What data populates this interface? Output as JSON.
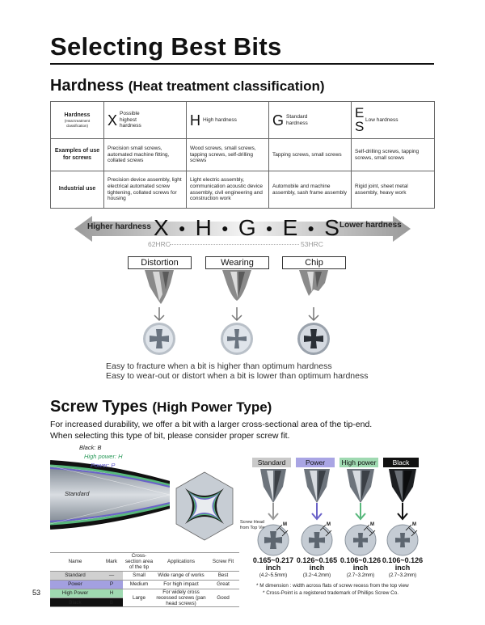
{
  "title": "Selecting Best Bits",
  "hardness": {
    "heading": "Hardness",
    "heading_sub": "(Heat treatment classification)",
    "table": {
      "row_header": "Hardness",
      "row_header_small": "(Heat treatment classification)",
      "classes": [
        {
          "letter": "X",
          "desc": "Possible highest hardness"
        },
        {
          "letter": "H",
          "desc": "High hardness"
        },
        {
          "letter": "G",
          "desc": "Standard hardness"
        },
        {
          "letter": "E S",
          "desc": "Low hardness"
        }
      ],
      "rows": [
        {
          "label": "Examples of use for screws",
          "cells": [
            "Precision small screws, automated machine fitting, collated screws",
            "Wood screws, small screws, tapping screws, self-drilling screws",
            "Tapping screws, small screws",
            "Self-drilling screws, tapping screws, small screws"
          ]
        },
        {
          "label": "Industrial use",
          "cells": [
            "Precision device assembly, light electrical automated screw tightening, collated screws for housing",
            "Light electric assembly, communication acoustic device assembly, civil engineering and construction work",
            "Automobile and machine assembly, sash frame assembly",
            "Rigid joint, sheet metal assembly, heavy work"
          ]
        }
      ]
    },
    "scale": {
      "left_label": "Higher hardness",
      "right_label": "Lower hardness",
      "letters": [
        "X",
        "H",
        "G",
        "E",
        "S"
      ],
      "hrc_left": "62HRC",
      "hrc_right": "53HRC"
    },
    "failures": [
      "Distortion",
      "Wearing",
      "Chip"
    ],
    "notes": [
      "Easy to fracture when a bit is higher than optimum hardness",
      "Easy to wear-out or distort when a bit is lower than optimum hardness"
    ]
  },
  "screw_types": {
    "heading": "Screw Types",
    "heading_sub": "(High Power Type)",
    "intro": [
      "For increased durability, we offer a bit with a larger cross-sectional area of the tip-end.",
      "When selecting this type of bit, please consider proper screw fit."
    ],
    "profile_labels": {
      "black": "Black: B",
      "high_power": "High power: H",
      "power": "Power: P",
      "standard": "Standard"
    },
    "table": {
      "headers": [
        "Name",
        "Mark",
        "Cross-section area of the tip",
        "Applications",
        "Screw Fit"
      ],
      "rows": [
        {
          "name": "Standard",
          "mark": "—",
          "area": "Small",
          "application": "Wide range of works",
          "fit": "Best"
        },
        {
          "name": "Power",
          "mark": "P",
          "area": "Medium",
          "application": "For high impact",
          "fit": "Great"
        },
        {
          "name": "High Power",
          "mark": "H",
          "area": "Large",
          "application": "For widely cross recessed screws (pan head screws)",
          "fit": "Good"
        },
        {
          "name": "Black",
          "mark": "B",
          "area": "",
          "application": "",
          "fit": ""
        }
      ]
    },
    "tags": [
      "Standard",
      "Power",
      "High power",
      "Black"
    ],
    "view_note": "Screw Head from Top View",
    "m_label": "M",
    "ranges": [
      {
        "inch": "0.165~0.217 inch",
        "mm": "(4.2~5.5mm)"
      },
      {
        "inch": "0.126~0.165 inch",
        "mm": "(3.2~4.2mm)"
      },
      {
        "inch": "0.106~0.126 inch",
        "mm": "(2.7~3.2mm)"
      },
      {
        "inch": "0.106~0.126 inch",
        "mm": "(2.7~3.2mm)"
      }
    ],
    "footnotes": [
      "* M dimension : width across flats of screw recess from the top view",
      "* Cross-Point is a registered trademark of Phillips Screw Co."
    ]
  },
  "page_number": "53",
  "colors": {
    "standard": "#c9c9c9",
    "power": "#a9a5e4",
    "high_power": "#9fd9b1",
    "black": "#111111",
    "arrow_power": "#6a62c8",
    "arrow_high_power": "#58b87c"
  }
}
